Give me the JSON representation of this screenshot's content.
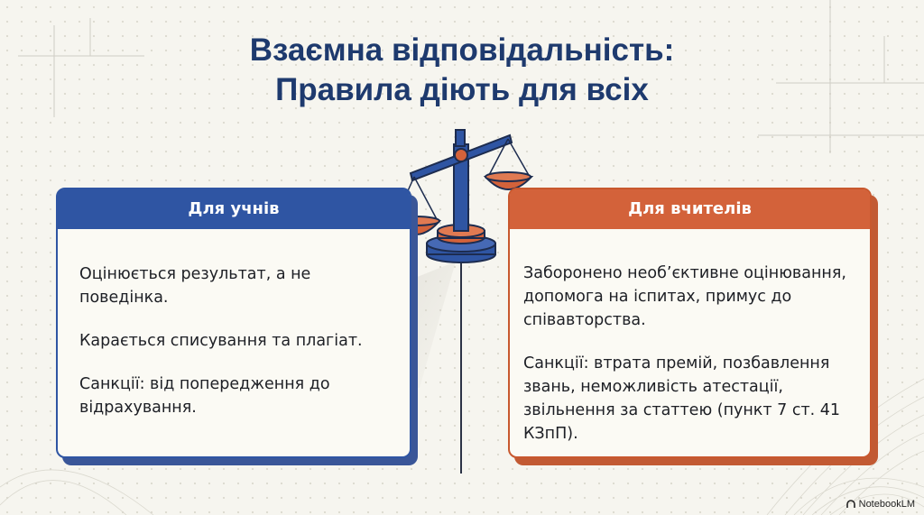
{
  "title": {
    "line1": "Взаємна відповідальність:",
    "line2": "Правила діють для всіх"
  },
  "students": {
    "header": "Для учнів",
    "items": [
      "Оцінюється результат, а не поведінка.",
      "Карається списування та плагіат.",
      "Санкції: від попередження до відрахування."
    ]
  },
  "teachers": {
    "header": "Для вчителів",
    "items": [
      "Заборонено необ’єктивне оцінювання, допомога на іспитах, примус до співавторства.",
      "Санкції: втрата премій, позбавлення звань, неможливість атестації, звільнення за статтею (пункт 7 ст. 41 КЗпП)."
    ]
  },
  "branding": {
    "label": "NotebookLM"
  },
  "colors": {
    "blue": "#2f55a3",
    "orange": "#d3623a",
    "navy_title": "#1e3a6e"
  },
  "icons": [
    "scales-of-justice-icon",
    "notebooklm-logo-icon"
  ]
}
